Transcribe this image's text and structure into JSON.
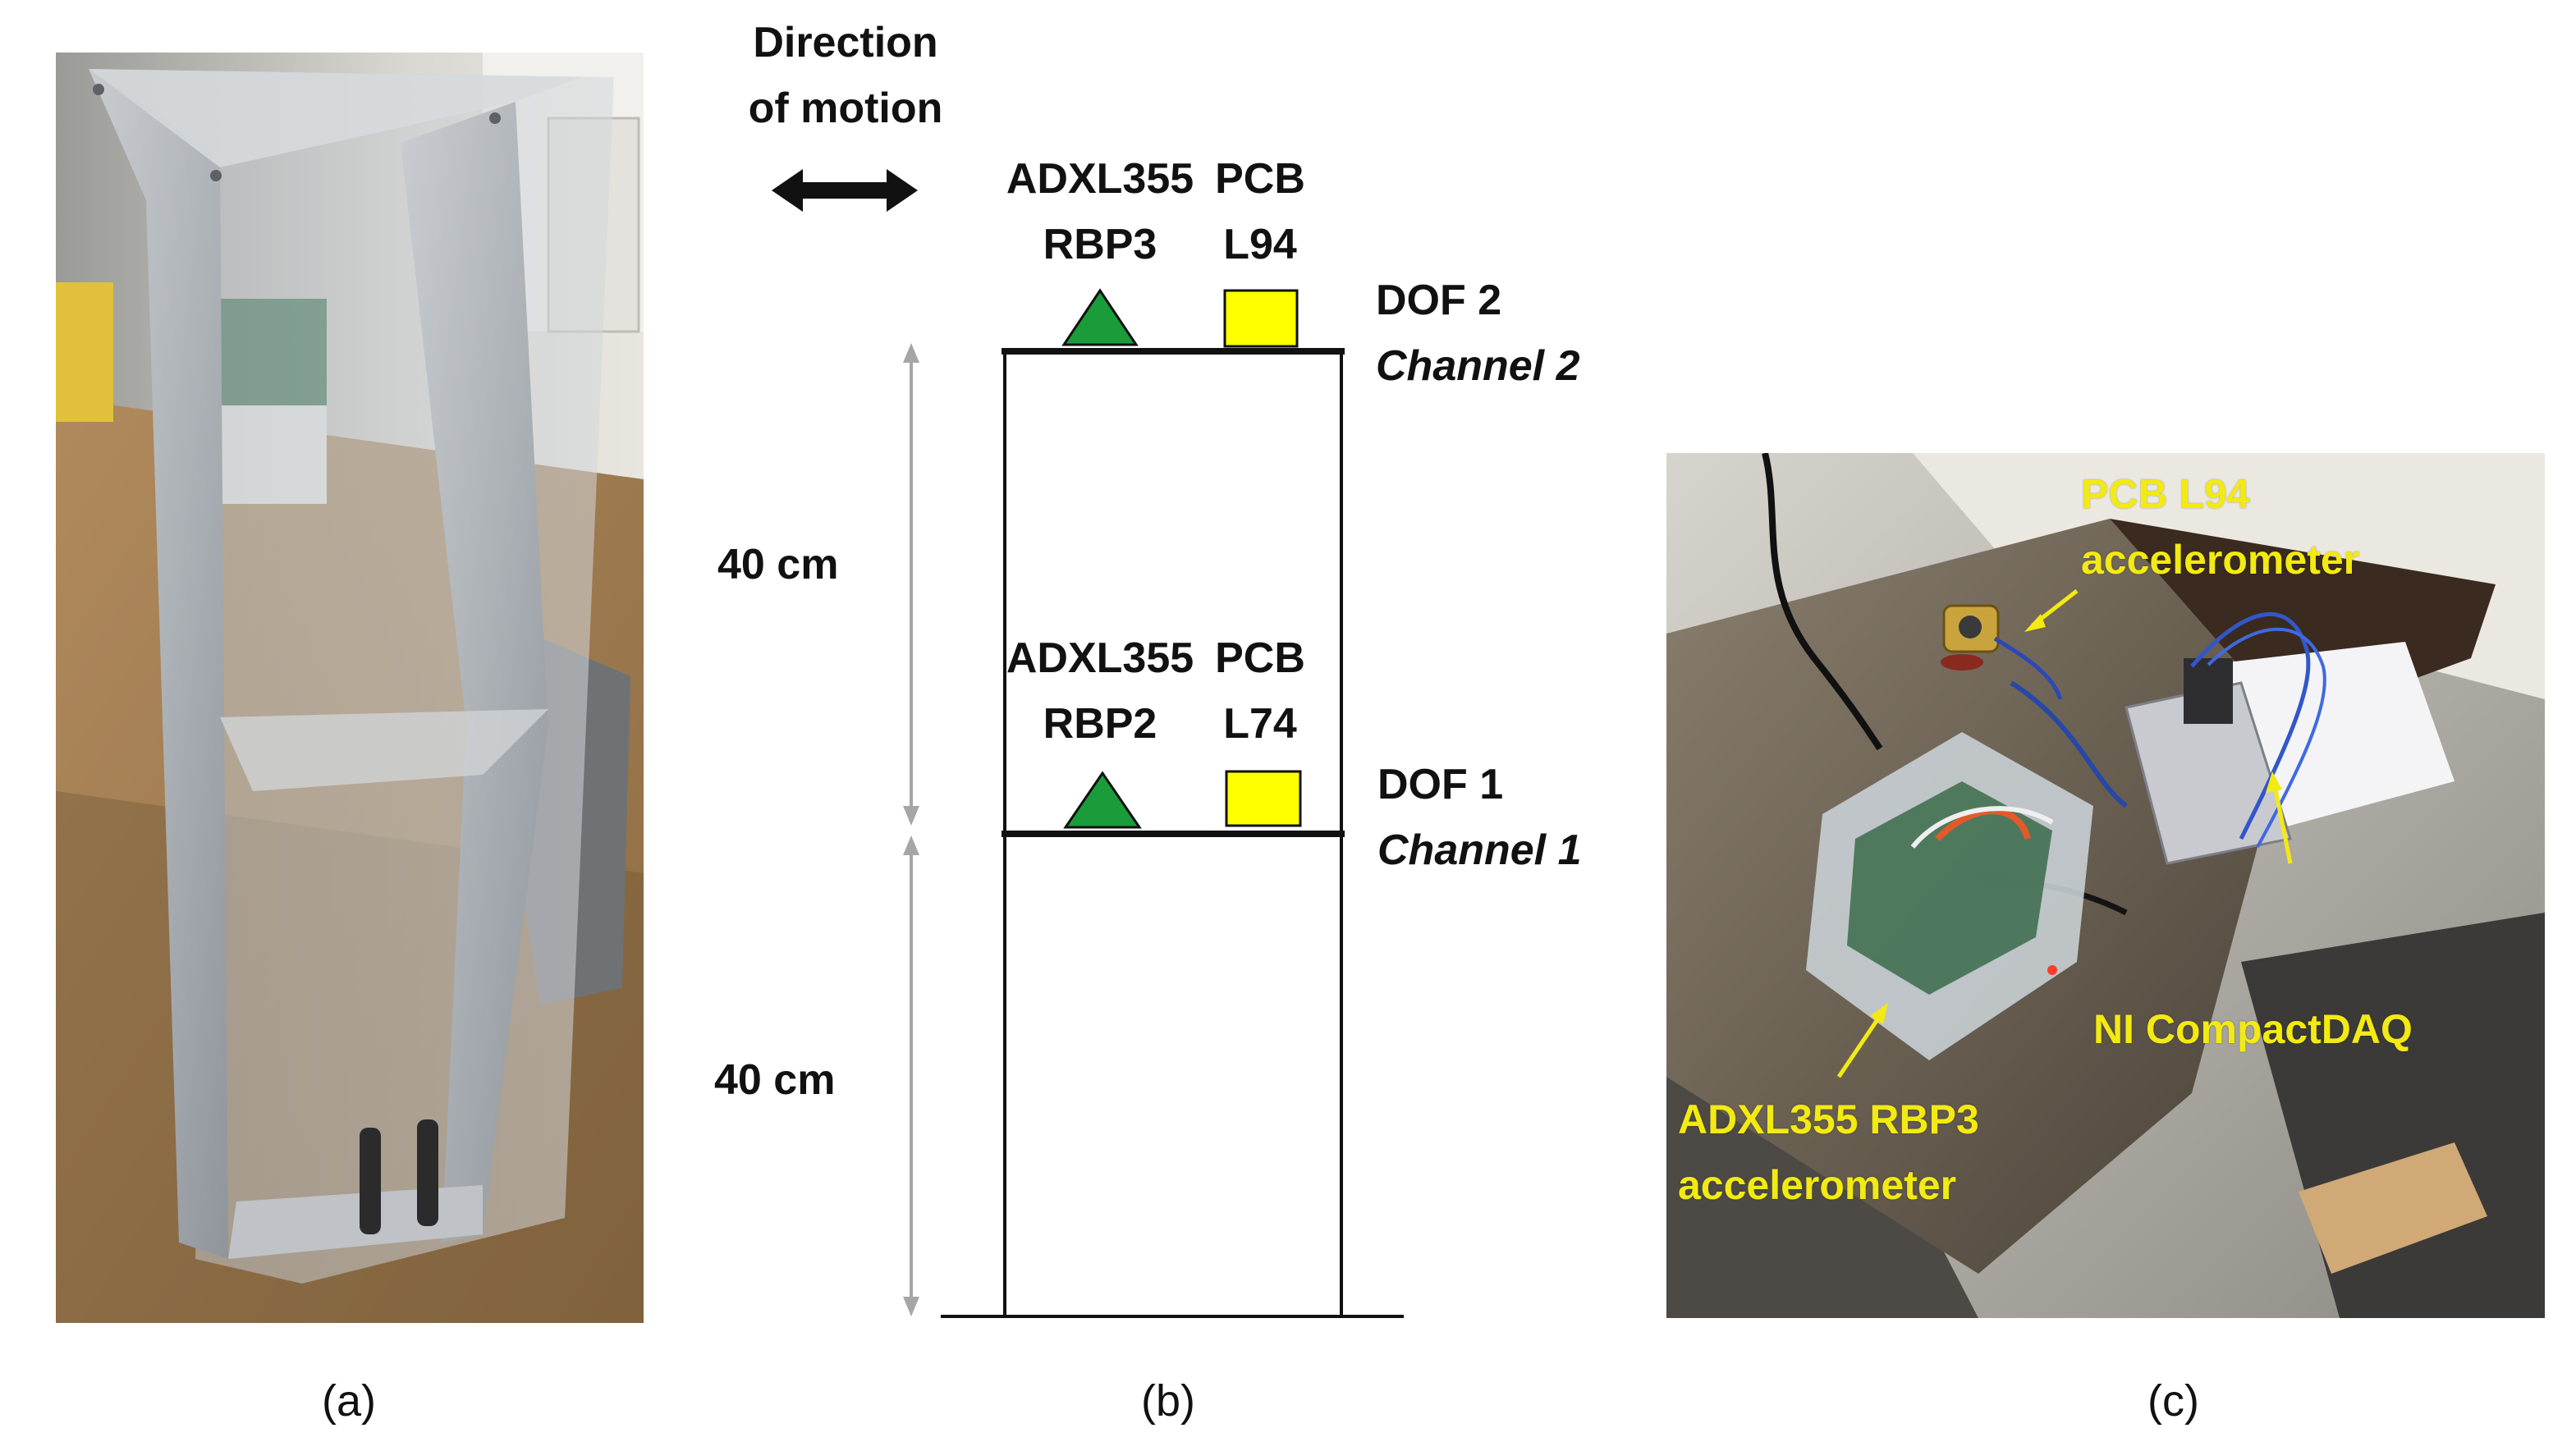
{
  "panels": {
    "a": {
      "caption": "(a)"
    },
    "b": {
      "caption": "(b)",
      "direction_label_line1": "Direction",
      "direction_label_line2": "of motion",
      "story_height_upper": "40 cm",
      "story_height_lower": "40 cm",
      "top_floor": {
        "sensor_left_line1": "ADXL355",
        "sensor_left_line2": "RBP3",
        "sensor_right_line1": "PCB",
        "sensor_right_line2": "L94",
        "dof_label": "DOF 2",
        "channel_label": "Channel 2"
      },
      "first_floor": {
        "sensor_left_line1": "ADXL355",
        "sensor_left_line2": "RBP2",
        "sensor_right_line1": "PCB",
        "sensor_right_line2": "L74",
        "dof_label": "DOF 1",
        "channel_label": "Channel 1"
      }
    },
    "c": {
      "caption": "(c)",
      "annotation_pcb_line1": "PCB L94",
      "annotation_pcb_line2": "accelerometer",
      "annotation_ni": "NI CompactDAQ",
      "annotation_adxl_line1": "ADXL355 RBP3",
      "annotation_adxl_line2": "accelerometer"
    }
  },
  "colors": {
    "triangle_fill": "#1a9c3a",
    "square_fill": "#ffff00",
    "annotation_text": "#f2ea12",
    "dimension_arrow": "#a6a6a6"
  }
}
